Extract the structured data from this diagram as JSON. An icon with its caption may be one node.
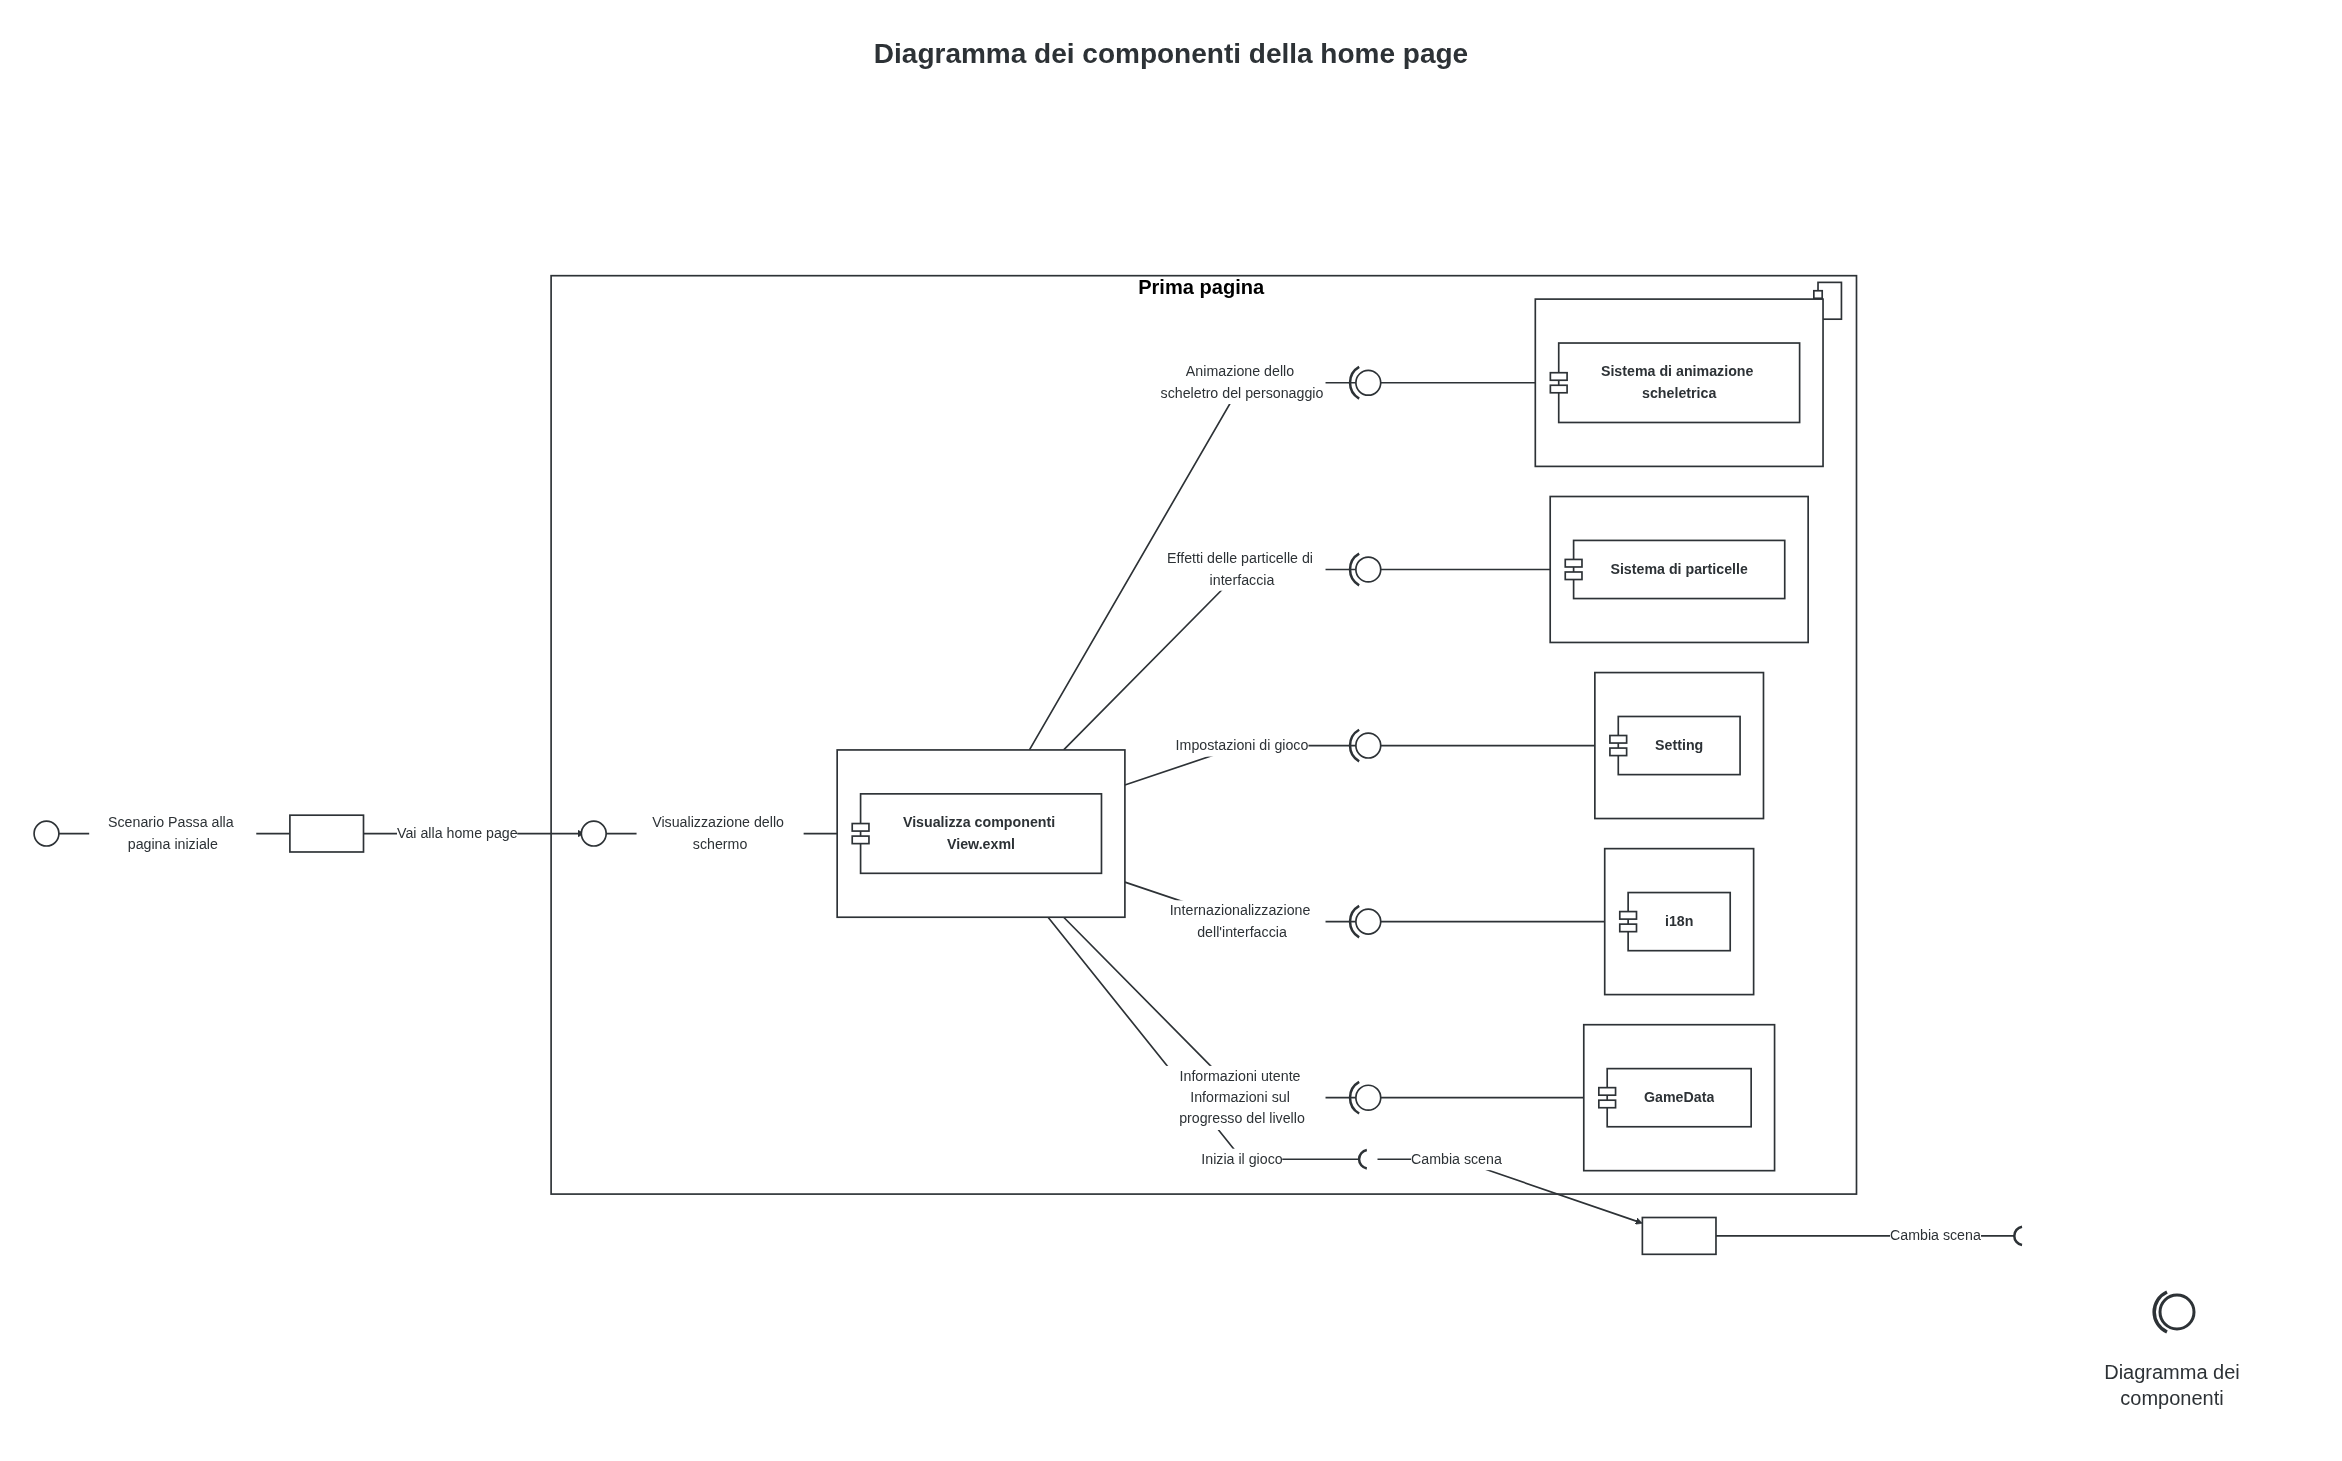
{
  "diagram": {
    "title": "Diagramma dei componenti della home page",
    "nodes": [
      {
        "text": [
          "Prima pagina"
        ]
      },
      {
        "text": [],
        "shape": "box",
        "in": 0
      },
      {
        "text": [
          "GameData"
        ],
        "in": 1
      },
      {
        "text": [],
        "shape": "box",
        "in": 0
      },
      {
        "text": [
          "i18n"
        ],
        "in": 3
      },
      {
        "text": [],
        "shape": "circle"
      },
      {
        "text": [],
        "shape": "box"
      },
      {
        "text": [],
        "shape": "circle",
        "in": 0
      },
      {
        "text": [],
        "shape": "circle",
        "in": 0
      },
      {
        "text": [],
        "shape": "box",
        "in": 0
      },
      {
        "text": [
          "Setting"
        ],
        "in": 9
      },
      {
        "text": [],
        "shape": "box",
        "in": 0
      },
      {
        "text": [
          "Visualizza componenti View.exml"
        ],
        "in": 11
      },
      {
        "text": [],
        "shape": "circle",
        "in": 0
      },
      {
        "text": [],
        "shape": "circle",
        "in": 0
      },
      {
        "text": [],
        "shape": "arc",
        "in": 0
      },
      {
        "text": [],
        "shape": "box"
      },
      {
        "text": [],
        "shape": "arc"
      },
      {
        "text": [],
        "shape": "circle",
        "in": 0
      },
      {
        "text": [],
        "shape": "circle",
        "in": 0
      },
      {
        "text": [],
        "shape": "box",
        "in": 0
      },
      {
        "text": [
          "Sistema di particelle"
        ],
        "in": 20
      },
      {
        "text": [],
        "shape": "box",
        "in": 0
      },
      {
        "text": [
          "Sistema di animazione scheletrica"
        ],
        "in": 22
      }
    ],
    "edges": [
      {
        "from": 5,
        "to": 6,
        "arrow": "none",
        "label": "Scenario Passa alla pagina iniziale"
      },
      {
        "from": 6,
        "to": 14,
        "arrow": "to",
        "label": "Vai alla home page"
      },
      {
        "from": 14,
        "to": 11,
        "arrow": "none",
        "label": "Visualizzazione dello schermo"
      },
      {
        "from": 11,
        "to": 7,
        "arrow": "other",
        "label": "Informazioni utente Informazioni sul progresso del livello"
      },
      {
        "from": 7,
        "to": 1,
        "arrow": "none"
      },
      {
        "from": 11,
        "to": 8,
        "arrow": "other",
        "label": "Internazionalizzazione dell'interfaccia"
      },
      {
        "from": 8,
        "to": 3,
        "arrow": "none"
      },
      {
        "from": 11,
        "to": 13,
        "arrow": "other",
        "label": "Impostazioni di gioco"
      },
      {
        "from": 13,
        "to": 9,
        "arrow": "none"
      },
      {
        "from": 11,
        "to": 15,
        "arrow": "none",
        "label": "Inizia il gioco"
      },
      {
        "from": 15,
        "to": 16,
        "arrow": "to",
        "label": "Cambia scena"
      },
      {
        "from": 16,
        "to": 17,
        "arrow": "none",
        "label": "Cambia scena"
      },
      {
        "from": 11,
        "to": 18,
        "arrow": "other",
        "label": "Effetti delle particelle di interfaccia"
      },
      {
        "from": 18,
        "to": 20,
        "arrow": "none"
      },
      {
        "from": 11,
        "to": 19,
        "arrow": "other",
        "label": "Animazione dello scheletro del personaggio"
      },
      {
        "from": 19,
        "to": 22,
        "arrow": "none"
      }
    ],
    "labels": [
      "Diagramma dei componenti"
    ]
  }
}
